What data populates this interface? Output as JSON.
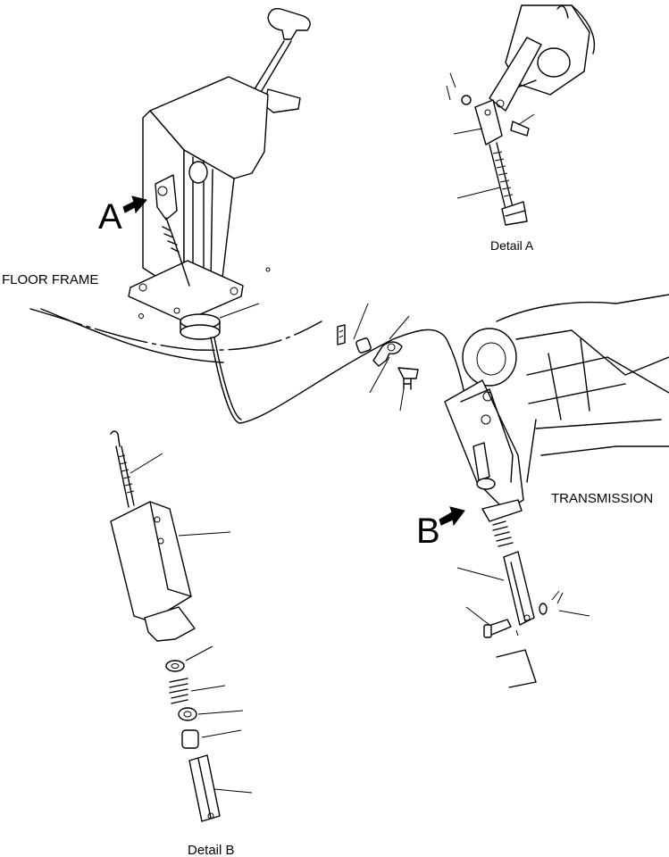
{
  "labels": {
    "floor_frame": "FLOOR FRAME",
    "transmission": "TRANSMISSION",
    "detail_a": "Detail A",
    "detail_b": "Detail B",
    "callout_a": "A",
    "callout_b": "B"
  }
}
